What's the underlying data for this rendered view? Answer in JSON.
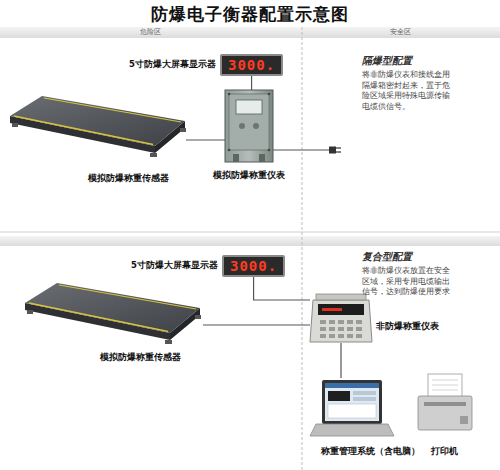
{
  "diagram": {
    "title": "防爆电子衡器配置示意图",
    "nodes": [
      {
        "text": [
          "5寸防爆大屏幕显示器",
          "3000."
        ]
      },
      {
        "text": [
          "模拟防爆称重仪表"
        ]
      },
      {
        "text": [
          "模拟防爆称重传感器"
        ]
      },
      {
        "text": [
          "5寸防爆大屏幕显示器",
          "3000."
        ]
      },
      {
        "text": [
          "模拟防爆称重传感器"
        ]
      },
      {
        "text": [
          "非防爆称重仪表"
        ]
      },
      {
        "text": [
          "称重管理系统（含电脑）"
        ]
      },
      {
        "text": [
          "打印机"
        ]
      }
    ],
    "edges": [
      {
        "from": 2,
        "to": 1,
        "arrow": "none"
      },
      {
        "from": 0,
        "to": 1,
        "arrow": "none"
      },
      {
        "from": 4,
        "to": 5,
        "arrow": "none"
      },
      {
        "from": 3,
        "to": 5,
        "arrow": "none"
      },
      {
        "from": 5,
        "to": 6,
        "arrow": "none"
      }
    ],
    "labels": [
      "危险区",
      "安全区",
      "隔爆型配置",
      "将非防爆仪表和接线盒用隔爆箱密封起来，置于危险区域采用特殊电源传输电缆供信号。",
      "复合型配置",
      "将非防爆仪表放置在安全区域，采用专用电缆输出信号，达到防爆使用要求"
    ]
  }
}
